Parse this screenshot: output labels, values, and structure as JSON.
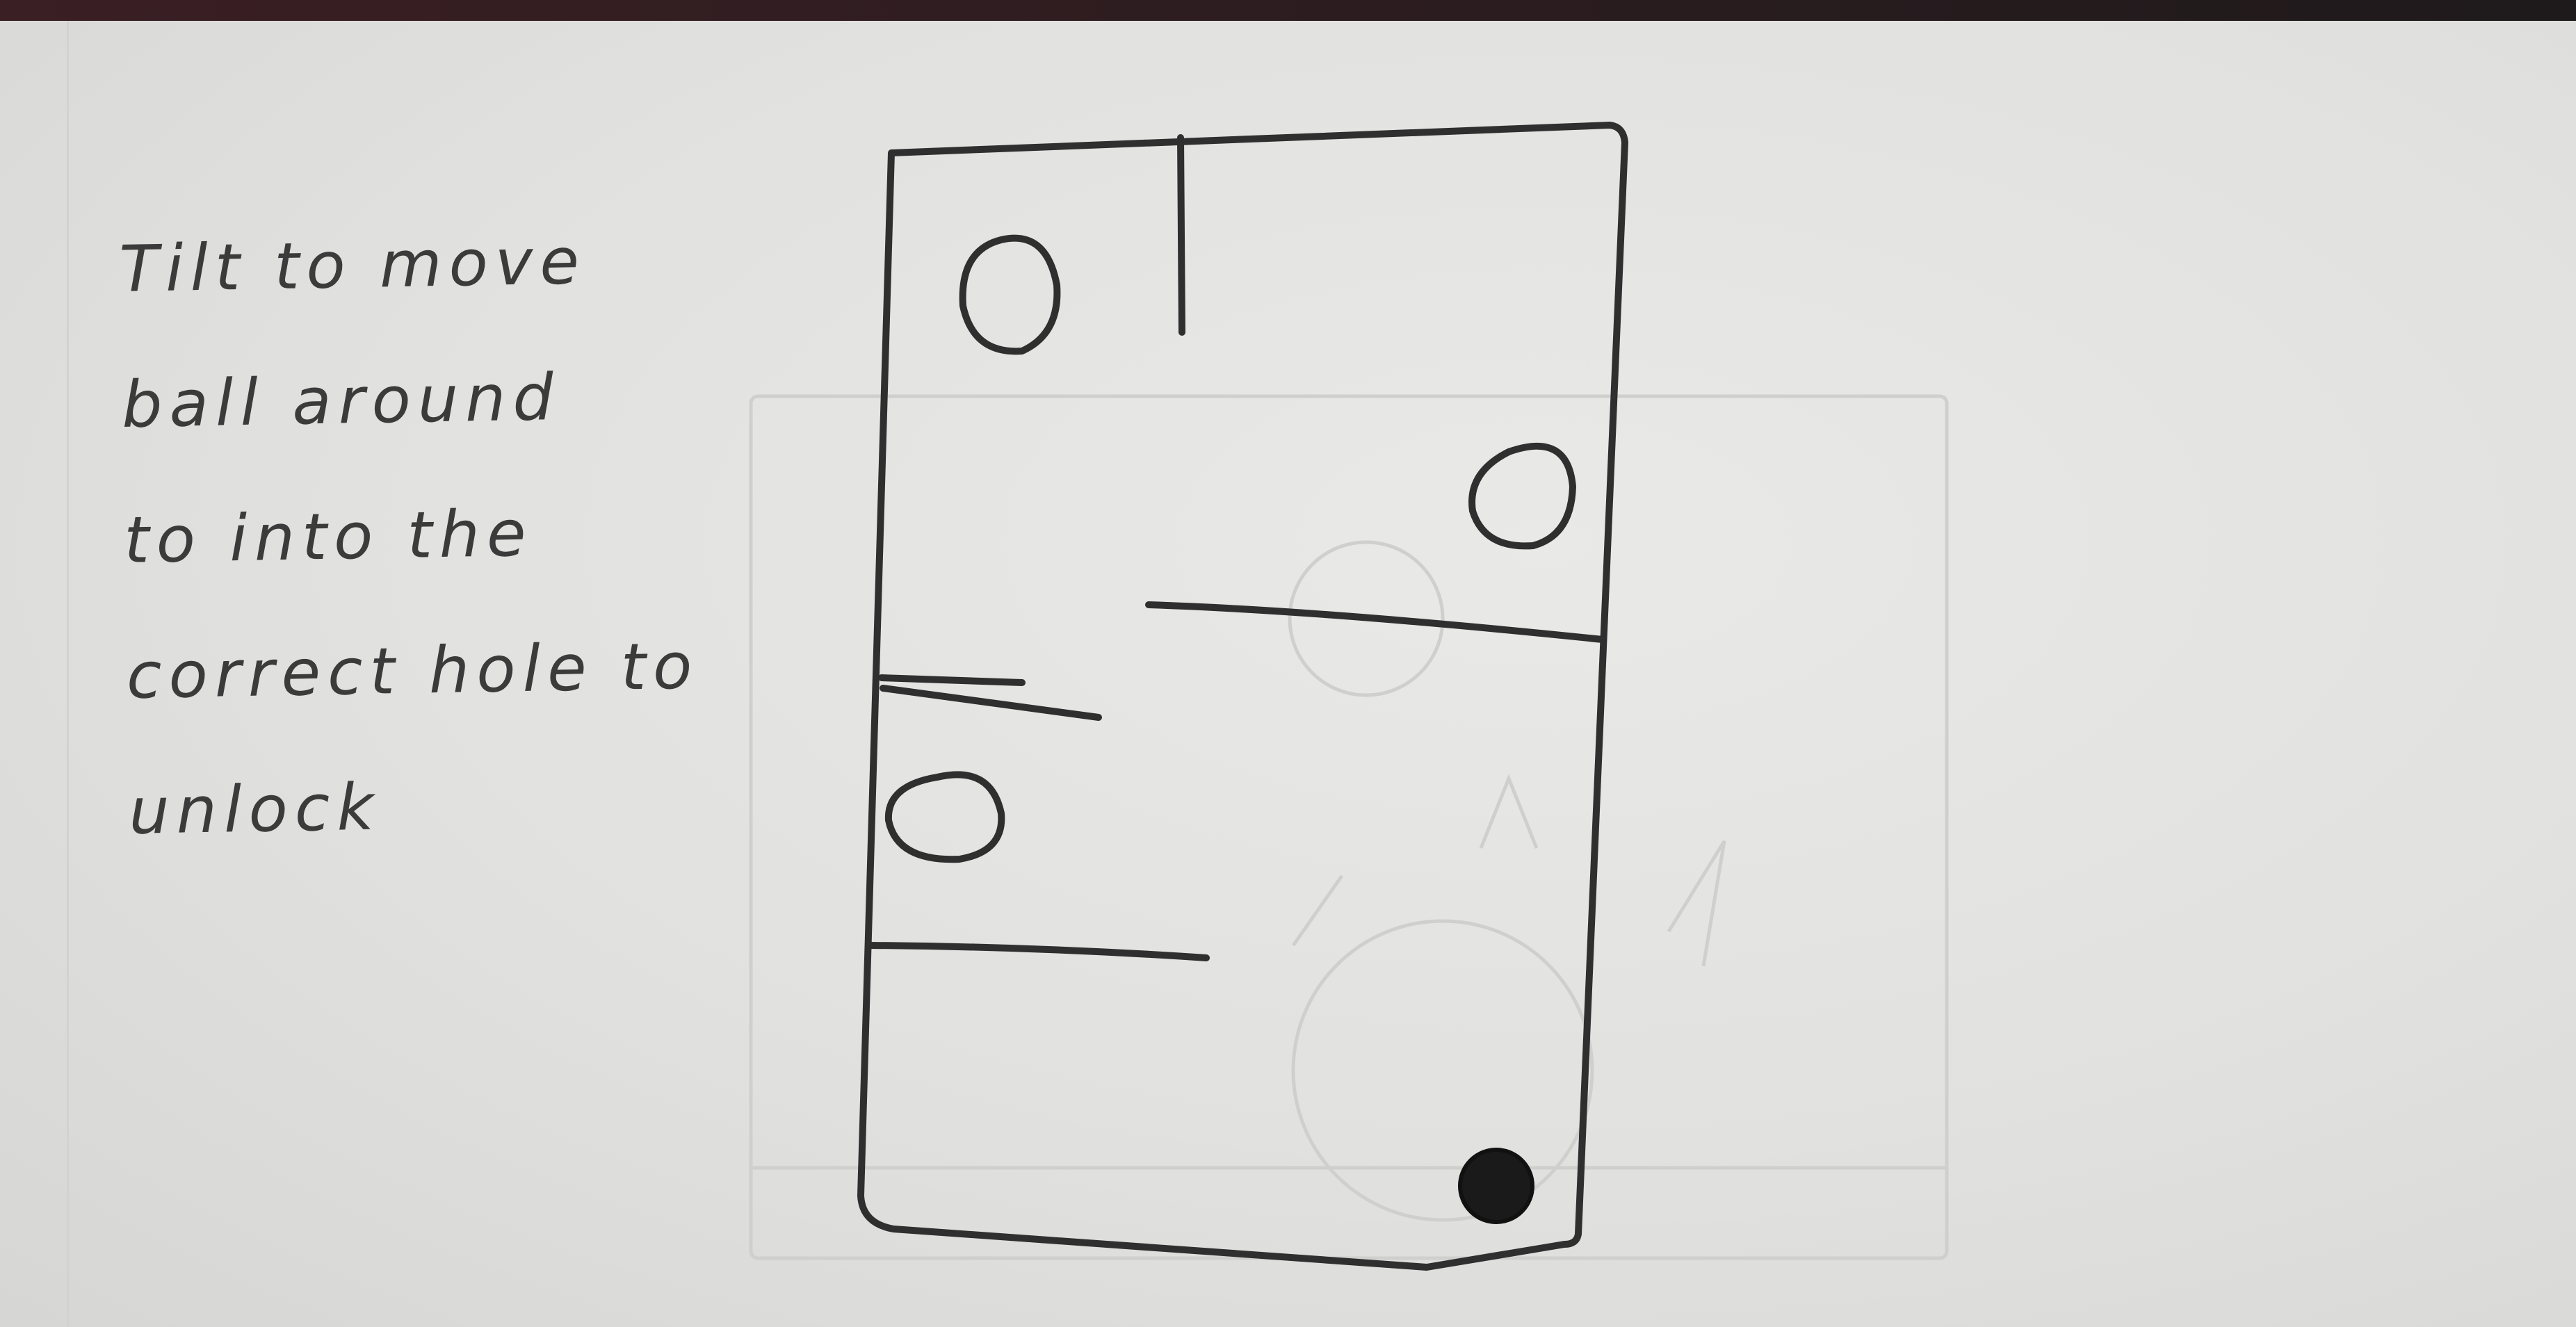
{
  "note": {
    "lines": [
      "Tilt to move",
      "ball around",
      "to into the",
      "correct hole to",
      "unlock"
    ]
  },
  "sketch": {
    "kind": "phone-screen-wireframe",
    "elements": [
      "phone-frame",
      "hole",
      "hole",
      "hole",
      "ball",
      "wall",
      "wall",
      "wall",
      "wall"
    ],
    "ball_color": "#1a1a1a",
    "pencil_color": "#2f2f2f"
  }
}
